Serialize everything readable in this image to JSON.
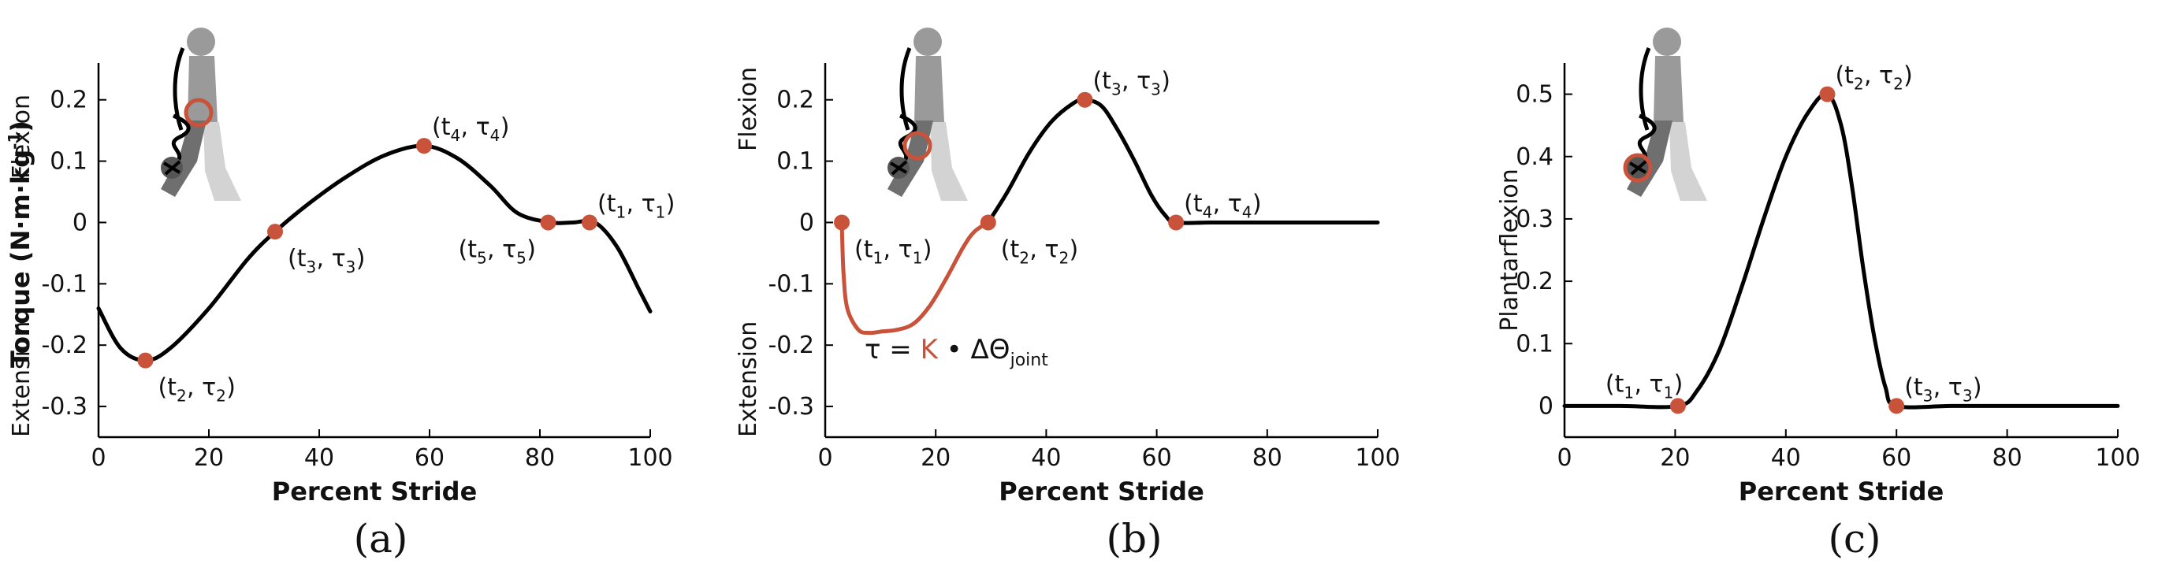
{
  "colors": {
    "curve": "#000000",
    "accent": "#c8523a",
    "figure_gray": "#9a9a9a",
    "figure_light": "#d3d3d3"
  },
  "chart_data": [
    {
      "type": "line",
      "xlabel": "Percent Stride",
      "ylabel_bold": "Torque (N·m·kg",
      "ylabel_sup": "-1",
      "ylabel_close": ")",
      "ylabel_top": "Flexion",
      "ylabel_bottom": "Extension",
      "caption": "(a)",
      "xlim": [
        0,
        100
      ],
      "ylim": [
        -0.35,
        0.26
      ],
      "xticks": [
        0,
        20,
        40,
        60,
        80,
        100
      ],
      "yticks": [
        -0.3,
        -0.2,
        -0.1,
        0,
        0.1,
        0.2
      ],
      "yticklabels": [
        "-0.3",
        "-0.2",
        "-0.1",
        "0",
        "0.1",
        "0.2"
      ],
      "series": [
        {
          "x": [
            0,
            4,
            8.5,
            13,
            20,
            27,
            32,
            38,
            45,
            52,
            59,
            65,
            71,
            76,
            82,
            86,
            90,
            94,
            98,
            100
          ],
          "y": [
            -0.14,
            -0.205,
            -0.225,
            -0.205,
            -0.14,
            -0.06,
            -0.015,
            0.03,
            0.075,
            0.11,
            0.125,
            0.105,
            0.06,
            0.015,
            0,
            0,
            0,
            -0.04,
            -0.11,
            -0.145
          ]
        }
      ],
      "points": [
        {
          "x": 8.5,
          "y": -0.225,
          "t": "2",
          "tau": "2",
          "pos": "br"
        },
        {
          "x": 32,
          "y": -0.015,
          "t": "3",
          "tau": "3",
          "pos": "br"
        },
        {
          "x": 59,
          "y": 0.125,
          "t": "4",
          "tau": "4",
          "pos": "tr"
        },
        {
          "x": 81.5,
          "y": 0,
          "t": "5",
          "tau": "5",
          "pos": "bl"
        },
        {
          "x": 89,
          "y": 0,
          "t": "1",
          "tau": "1",
          "pos": "tr"
        }
      ]
    },
    {
      "type": "line",
      "xlabel": "Percent Stride",
      "ylabel_top": "Flexion",
      "ylabel_bottom": "Extension",
      "caption": "(b)",
      "xlim": [
        0,
        100
      ],
      "ylim": [
        -0.35,
        0.26
      ],
      "xticks": [
        0,
        20,
        40,
        60,
        80,
        100
      ],
      "yticks": [
        -0.3,
        -0.2,
        -0.1,
        0,
        0.1,
        0.2
      ],
      "yticklabels": [
        "-0.3",
        "-0.2",
        "-0.1",
        "0",
        "0.1",
        "0.2"
      ],
      "series": [
        {
          "x": [
            3,
            3.3,
            4,
            6,
            8,
            10,
            13,
            16,
            19,
            22,
            25,
            27,
            29.5
          ],
          "y": [
            0,
            -0.08,
            -0.14,
            -0.175,
            -0.18,
            -0.178,
            -0.175,
            -0.165,
            -0.135,
            -0.09,
            -0.04,
            -0.015,
            0
          ],
          "accent": true
        },
        {
          "x": [
            29.5,
            33,
            37,
            41,
            45,
            47,
            50,
            53,
            56,
            59,
            61.5,
            63.5,
            70,
            80,
            90,
            100
          ],
          "y": [
            0,
            0.05,
            0.115,
            0.165,
            0.195,
            0.2,
            0.19,
            0.15,
            0.1,
            0.045,
            0.012,
            0,
            0,
            0,
            0,
            0
          ],
          "accent": false
        }
      ],
      "points": [
        {
          "x": 3,
          "y": 0,
          "t": "1",
          "tau": "1",
          "pos": "br"
        },
        {
          "x": 29.5,
          "y": 0,
          "t": "2",
          "tau": "2",
          "pos": "br"
        },
        {
          "x": 47,
          "y": 0.2,
          "t": "3",
          "tau": "3",
          "pos": "tr"
        },
        {
          "x": 63.5,
          "y": 0,
          "t": "4",
          "tau": "4",
          "pos": "tr"
        }
      ],
      "annotation": {
        "lhs": "τ = ",
        "k": "K",
        "dot": " • ΔΘ",
        "sub": "joint"
      }
    },
    {
      "type": "line",
      "xlabel": "Percent Stride",
      "ylabel": "Plantarflexion",
      "caption": "(c)",
      "xlim": [
        0,
        100
      ],
      "ylim": [
        -0.05,
        0.55
      ],
      "xticks": [
        0,
        20,
        40,
        60,
        80,
        100
      ],
      "yticks": [
        0,
        0.1,
        0.2,
        0.3,
        0.4,
        0.5
      ],
      "yticklabels": [
        "0",
        "0.1",
        "0.2",
        "0.3",
        "0.4",
        "0.5"
      ],
      "series": [
        {
          "x": [
            0,
            10,
            20.5,
            24,
            28,
            32,
            36,
            40,
            44,
            47.5,
            50,
            52,
            54,
            56,
            58,
            60,
            70,
            80,
            90,
            100
          ],
          "y": [
            0,
            0,
            0,
            0.025,
            0.09,
            0.19,
            0.3,
            0.4,
            0.47,
            0.5,
            0.45,
            0.35,
            0.22,
            0.11,
            0.03,
            0,
            0,
            0,
            0,
            0
          ]
        }
      ],
      "points": [
        {
          "x": 20.5,
          "y": 0,
          "t": "1",
          "tau": "1",
          "pos": "tl"
        },
        {
          "x": 47.5,
          "y": 0.5,
          "t": "2",
          "tau": "2",
          "pos": "tr"
        },
        {
          "x": 60,
          "y": 0,
          "t": "3",
          "tau": "3",
          "pos": "tr"
        }
      ]
    }
  ]
}
